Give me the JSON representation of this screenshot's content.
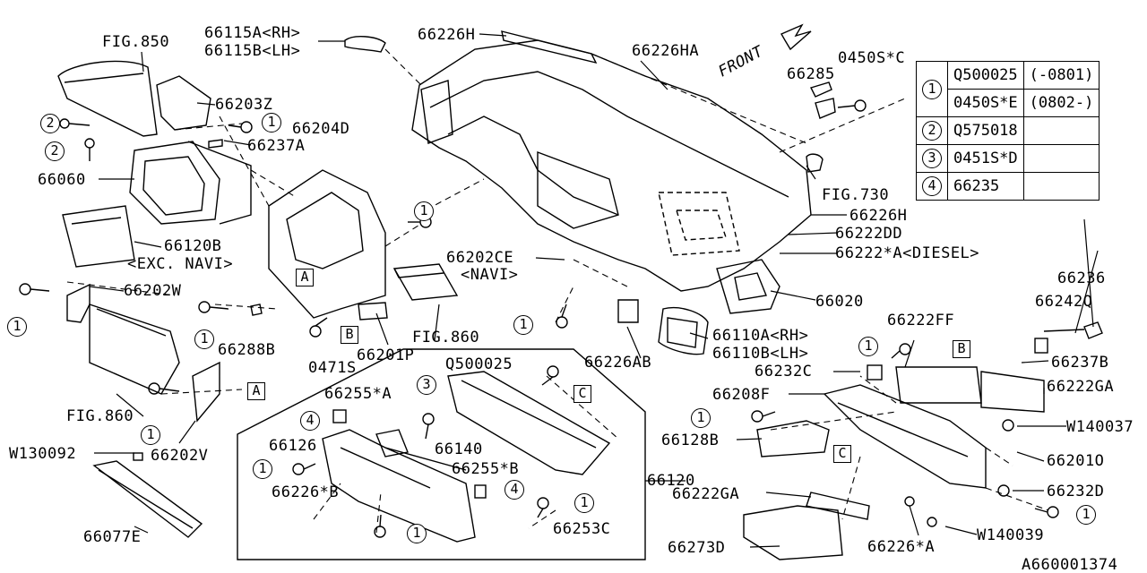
{
  "diagram_id": "A660001374",
  "front_label": "FRONT",
  "ref_table": [
    {
      "key": "1",
      "part": "Q500025",
      "range": "(-0801)"
    },
    {
      "key": "",
      "part": "0450S*E",
      "range": "(0802-)"
    },
    {
      "key": "2",
      "part": "Q575018",
      "range": ""
    },
    {
      "key": "3",
      "part": "0451S*D",
      "range": ""
    },
    {
      "key": "4",
      "part": "66235",
      "range": ""
    }
  ],
  "labels": {
    "fig850": "FIG.850",
    "p66115a": "66115A<RH>",
    "p66115b": "66115B<LH>",
    "p66226h_top": "66226H",
    "p66226ha": "66226HA",
    "p66285": "66285",
    "p0450s_c": "0450S*C",
    "p66203z": "66203Z",
    "p66204d": "66204D",
    "p66237a": "66237A",
    "p66060": "66060",
    "p66120b": "66120B",
    "exc_navi": "<EXC. NAVI>",
    "fig730": "FIG.730",
    "p66226h_right": "66226H",
    "p66222dd": "66222DD",
    "p66222a_diesel": "66222*A<DIESEL>",
    "p66202ce": "66202CE",
    "navi": "<NAVI>",
    "p66020": "66020",
    "p66236": "66236",
    "p66242q": "66242Q",
    "p66202w": "66202W",
    "p66288b": "66288B",
    "fig860_mid": "FIG.860",
    "p0471s": "0471S",
    "p66201p": "66201P",
    "p66110a": "66110A<RH>",
    "p66110b": "66110B<LH>",
    "p66226ab": "66226AB",
    "p66222ff": "66222FF",
    "p66237b": "66237B",
    "p66232c": "66232C",
    "p66222ga_right": "66222GA",
    "p66208f": "66208F",
    "w140037": "W140037",
    "p66128b": "66128B",
    "p66201o": "66201O",
    "p66232d": "66232D",
    "w140039": "W140039",
    "p66226a_bottom": "66226*A",
    "p66273d": "66273D",
    "p66222ga_bottom": "66222GA",
    "fig860_left": "FIG.860",
    "w130092": "W130092",
    "p66202v": "66202V",
    "p66077e": "66077E",
    "q500025_inset": "Q500025",
    "p66255a": "66255*A",
    "p66126": "66126",
    "p66140": "66140",
    "p66255b": "66255*B",
    "p66226b": "66226*B",
    "p66253c": "66253C",
    "p66120": "66120"
  },
  "markers": {
    "one": "1",
    "two": "2",
    "three": "3",
    "four": "4",
    "ref_a": "A",
    "ref_b": "B",
    "ref_c": "C"
  }
}
